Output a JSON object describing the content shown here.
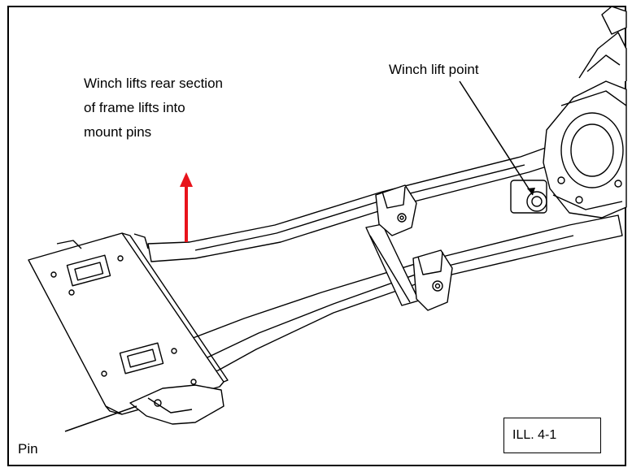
{
  "annotations": {
    "lift_note_lines": [
      "Winch lifts rear section",
      "of frame lifts into",
      "mount pins"
    ],
    "winch_lift_point": "Winch lift point",
    "pin": "Pin"
  },
  "illustration_id": "ILL. 4-1",
  "colors": {
    "lift_arrow": "#e8131b",
    "line": "#000000",
    "background": "#ffffff"
  }
}
